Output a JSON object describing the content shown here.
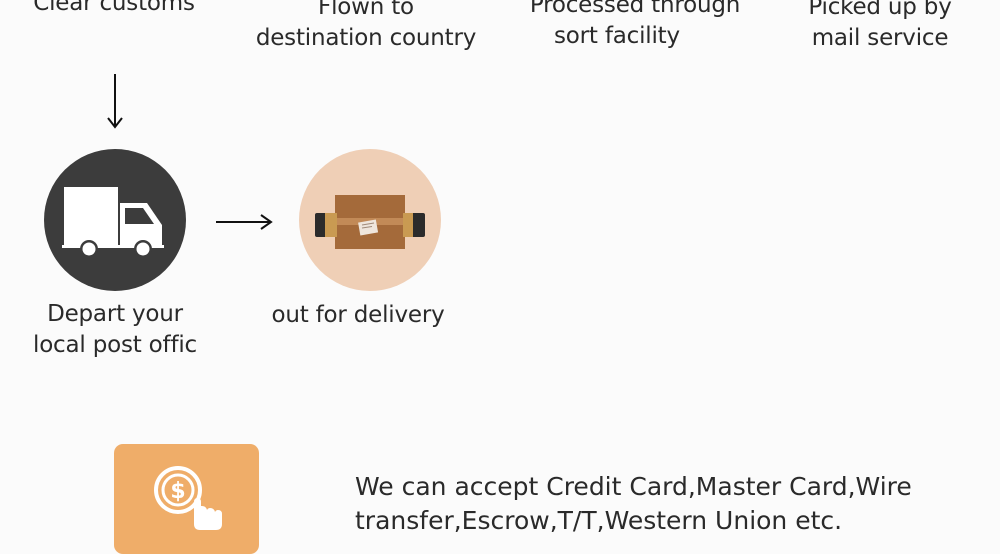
{
  "steps_top": [
    {
      "line1": "Clear customs",
      "line2": ""
    },
    {
      "line1": "Flown to",
      "line2": "destination country"
    },
    {
      "line1": "Processed through",
      "line2": "sort facility"
    },
    {
      "line1": "Picked up by",
      "line2": "mail service"
    }
  ],
  "steps_bottom": [
    {
      "line1": "Depart your",
      "line2": "local post offic"
    },
    {
      "line1": "out for delivery",
      "line2": ""
    }
  ],
  "payment": {
    "line1": "We can accept Credit Card,Master Card,Wire",
    "line2": "transfer,Escrow,T/T,Western Union etc."
  },
  "colors": {
    "truck_circle": "#3c3c3c",
    "box_circle": "#efcfb6",
    "payment_card": "#efad69"
  },
  "icons": {
    "truck": "truck-icon",
    "package": "package-hands-icon",
    "payment": "dollar-hand-icon"
  }
}
